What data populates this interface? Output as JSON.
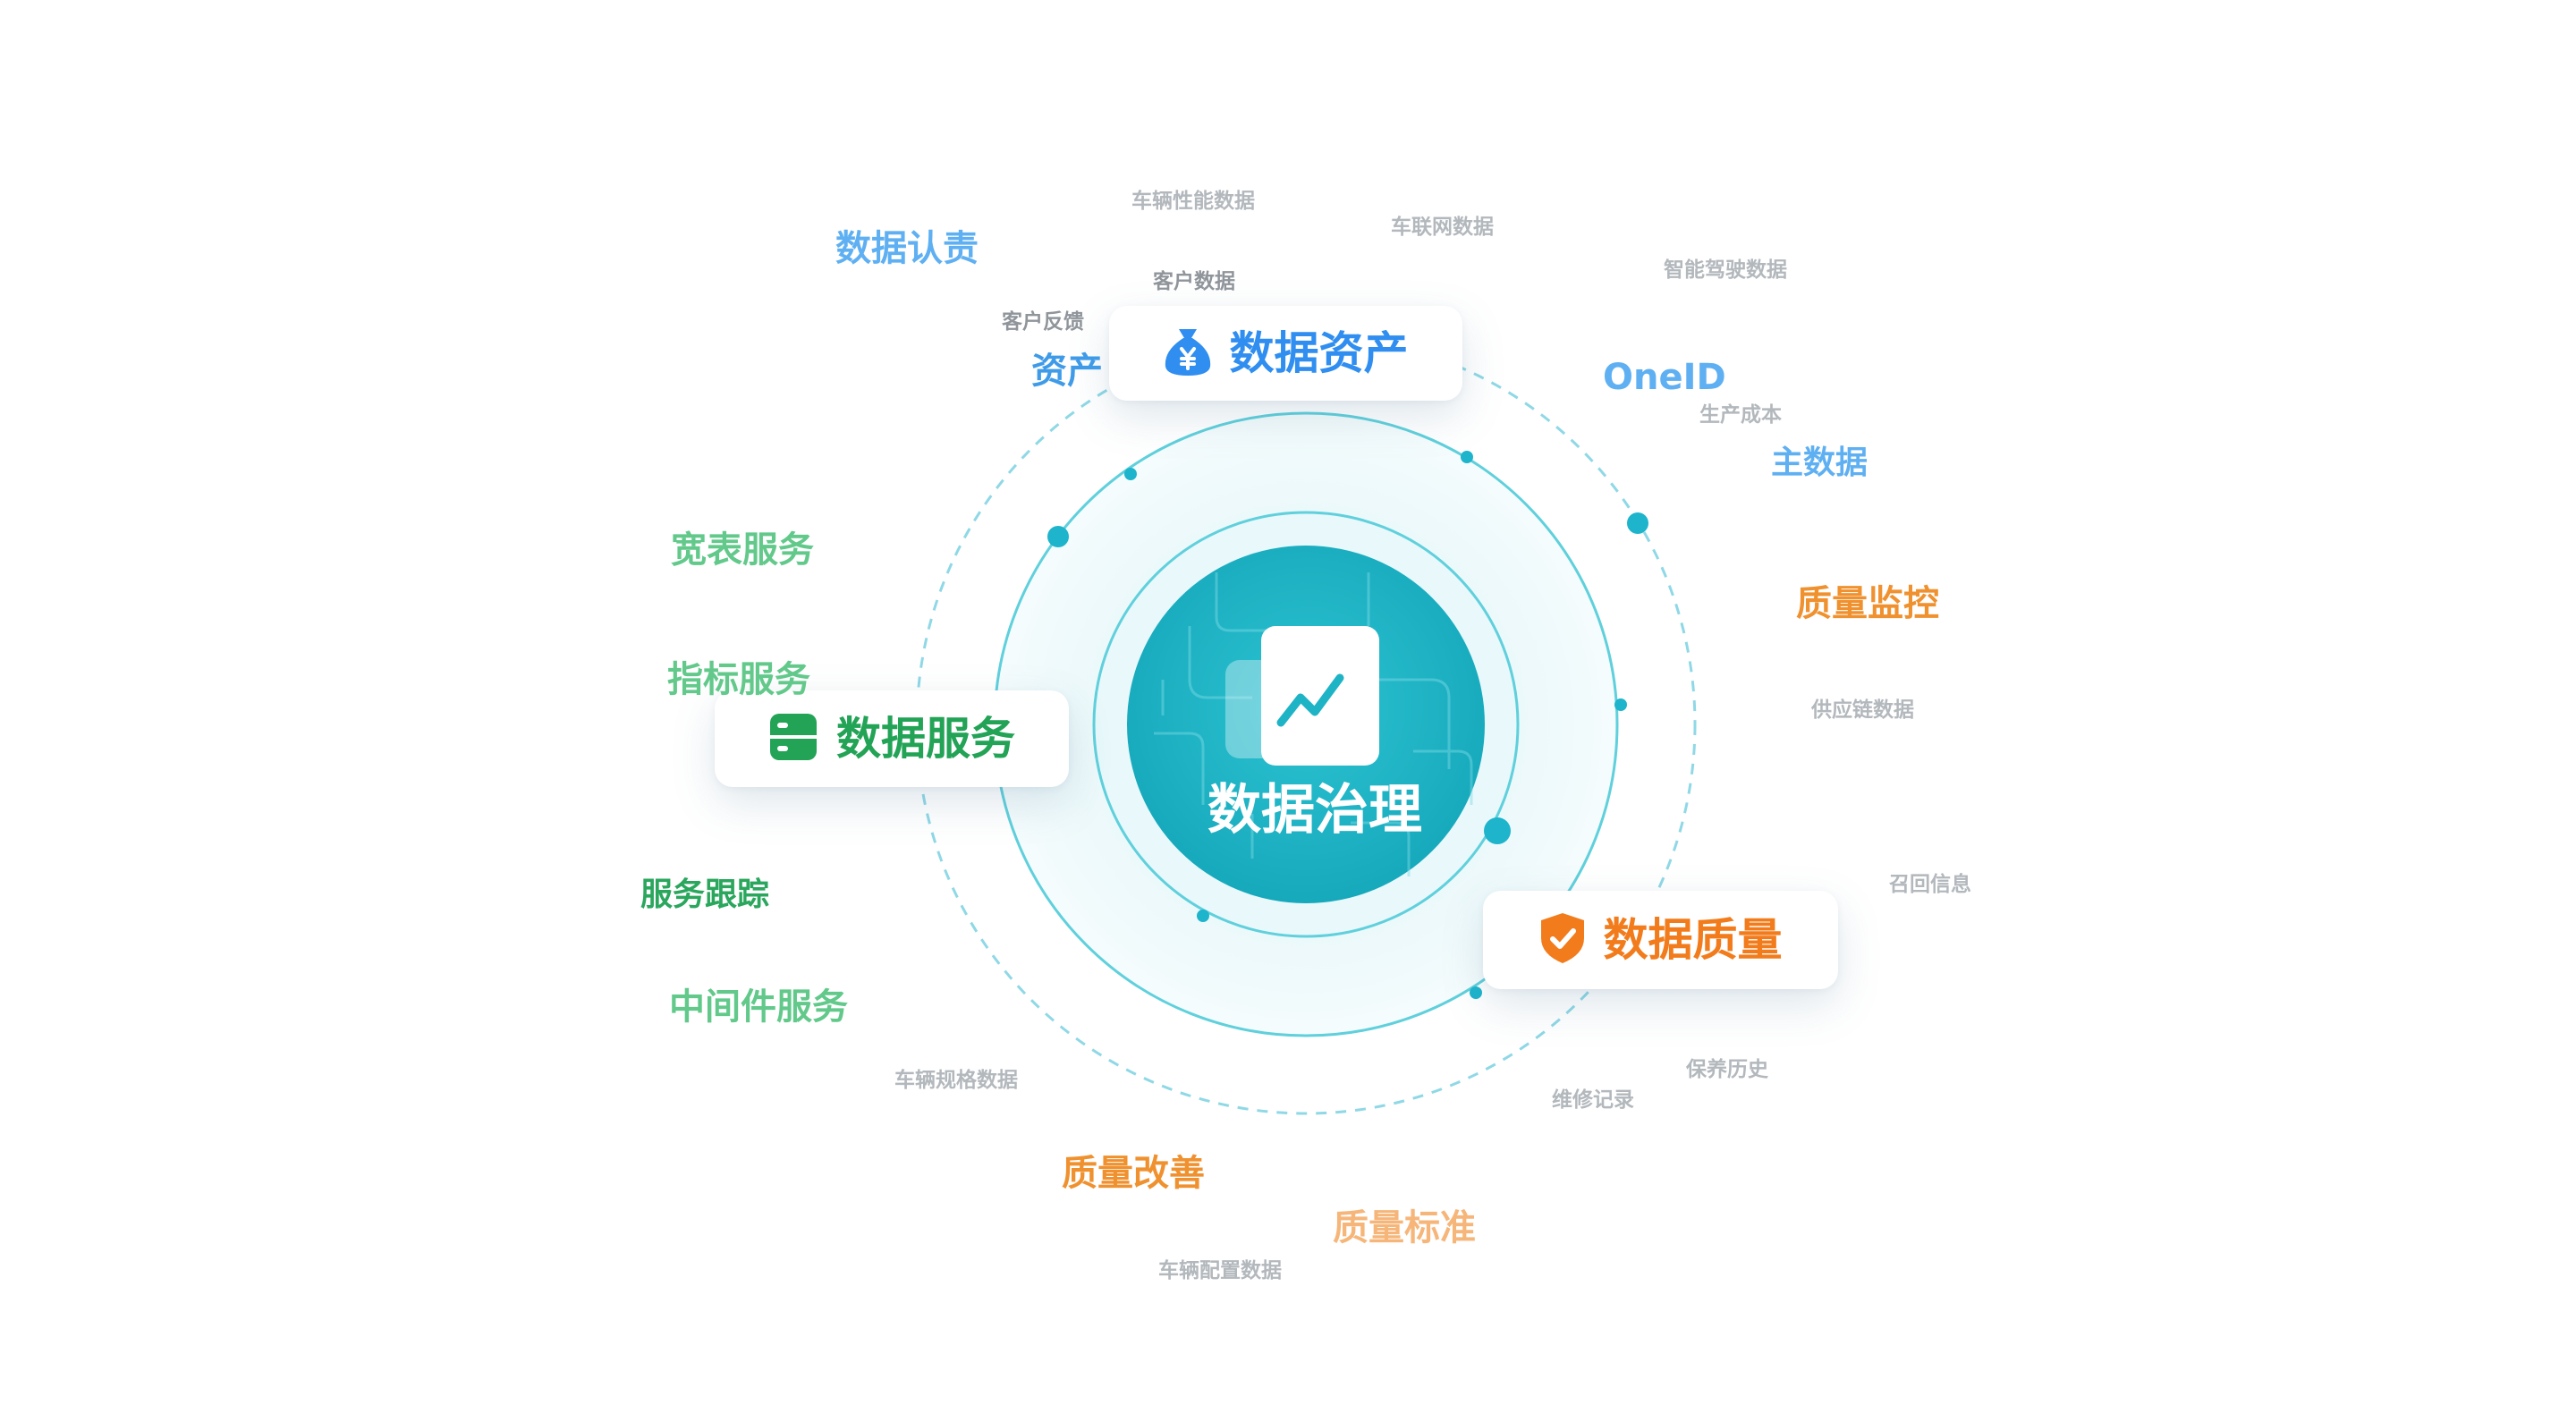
{
  "center": {
    "label": "数据治理",
    "icon": "chart-document-icon"
  },
  "cards": {
    "assets": {
      "label": "数据资产",
      "icon": "money-bag-icon",
      "color": "#2f8ef0"
    },
    "service": {
      "label": "数据服务",
      "icon": "server-icon",
      "color": "#22a356"
    },
    "quality": {
      "label": "数据质量",
      "icon": "shield-check-icon",
      "color": "#f27c1c"
    }
  },
  "keywords": {
    "assets": [
      "数据认责",
      "资产",
      "OneID",
      "主数据"
    ],
    "service": [
      "宽表服务",
      "指标服务",
      "服务跟踪",
      "中间件服务"
    ],
    "quality": [
      "质量监控",
      "质量改善",
      "质量标准"
    ]
  },
  "data_sources": [
    "车辆性能数据",
    "车联网数据",
    "客户数据",
    "智能驾驶数据",
    "客户反馈",
    "生产成本",
    "供应链数据",
    "召回信息",
    "保养历史",
    "维修记录",
    "车辆规格数据",
    "车辆配置数据"
  ],
  "colors": {
    "teal": "#1fb8c9",
    "ring": "#5fd0dc",
    "dashed": "#8fd8e6"
  }
}
